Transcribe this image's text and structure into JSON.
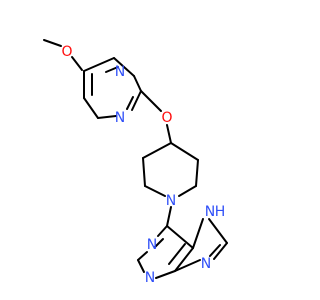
{
  "colors": {
    "bond": "#000000",
    "oxygen": "#ff0d0d",
    "nitrogen": "#3050f8"
  },
  "atoms": {
    "o_methoxy": "O",
    "n_pyrimidine_top": "N",
    "n_pyrimidine_bottom": "N",
    "o_ether": "O",
    "n_piperidine": "N",
    "n_purine_left": "N",
    "n_purine_bottom": "N",
    "nh_purine": "H",
    "nh_purine_n": "N",
    "n_purine_imid": "N"
  }
}
